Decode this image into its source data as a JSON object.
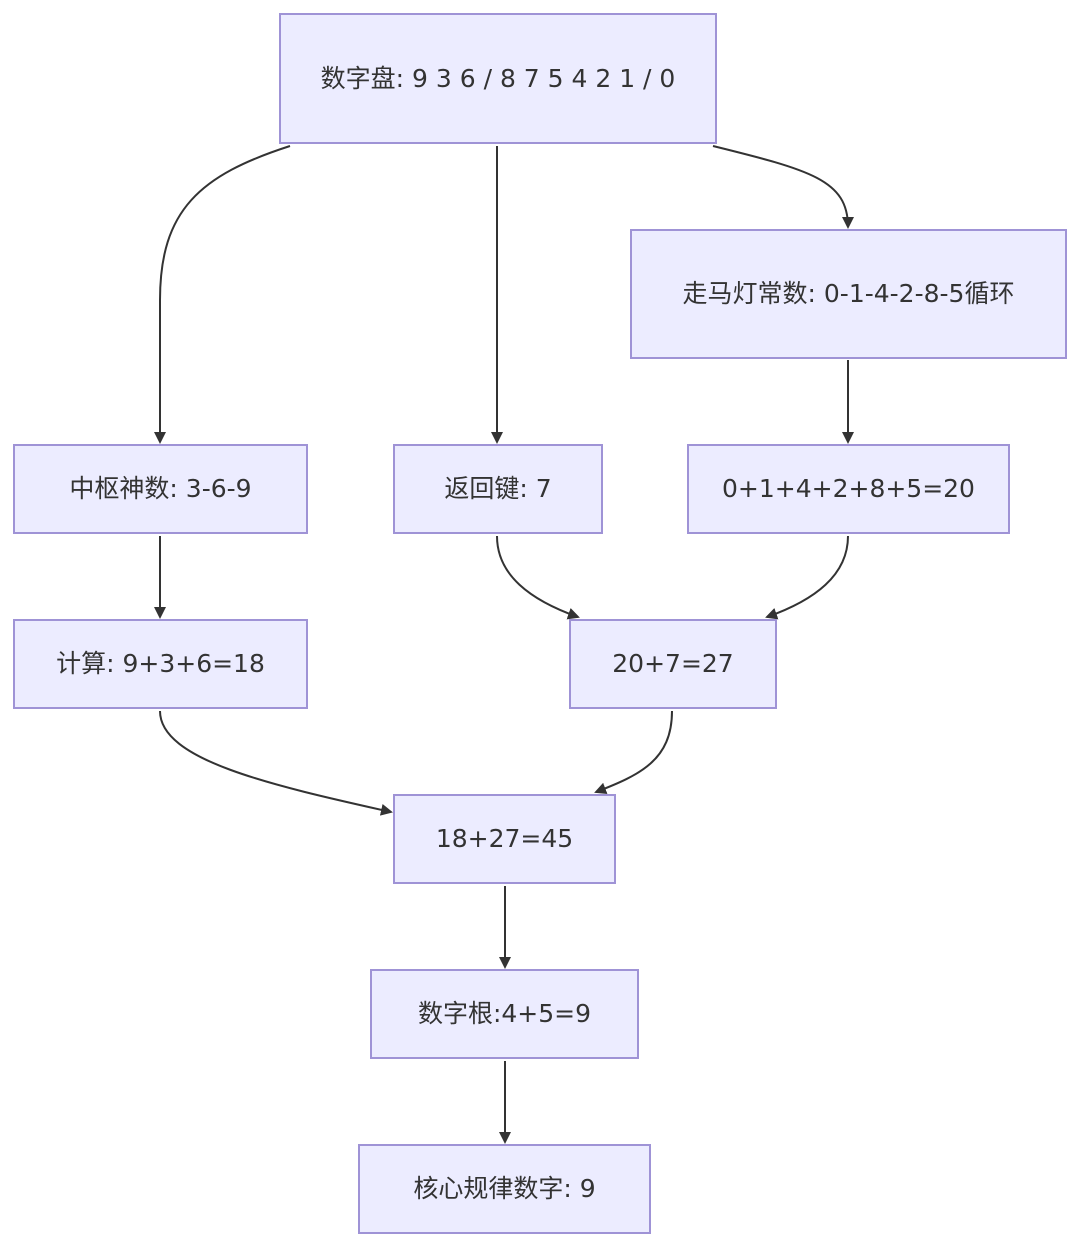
{
  "nodes": {
    "digit_pad": "数字盘: 9 3 6 / 8 7 5 4 2 1 / 0",
    "marquee_constant": "走马灯常数: 0-1-4-2-8-5循环",
    "hub_numbers": "中枢神数: 3-6-9",
    "back_key": "返回键: 7",
    "marquee_sum": "0+1+4+2+8+5=20",
    "hub_sum": "计算: 9+3+6=18",
    "combined_sum": "20+7=27",
    "total_sum": "18+27=45",
    "digital_root": "数字根:4+5=9",
    "core_number": "核心规律数字: 9"
  },
  "colors": {
    "node_fill": "#ececff",
    "node_border": "#9f93d6",
    "edge": "#333333",
    "text": "#333333"
  }
}
